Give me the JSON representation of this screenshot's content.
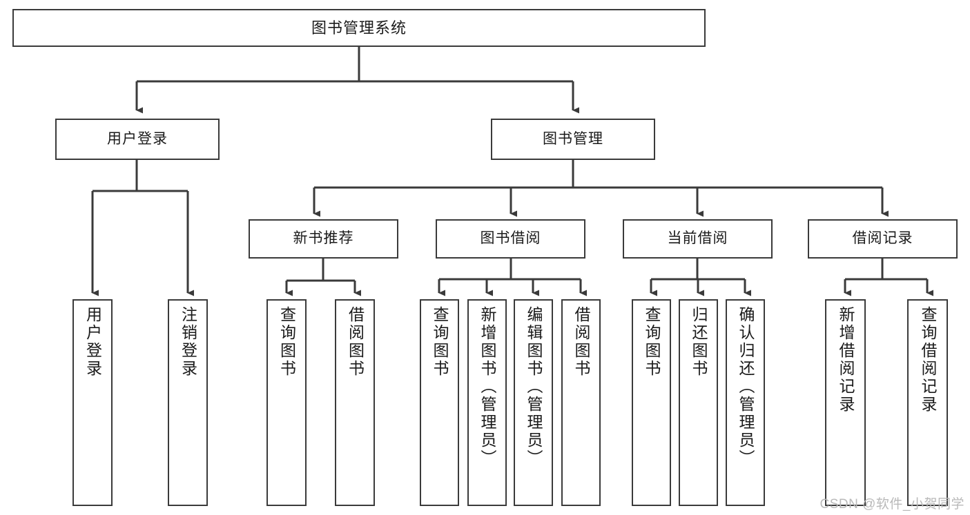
{
  "diagram": {
    "type": "tree",
    "title": "图书管理系统",
    "root": {
      "id": "root",
      "label": "图书管理系统"
    },
    "level1": [
      {
        "id": "user-login",
        "label": "用户登录"
      },
      {
        "id": "book-manage",
        "label": "图书管理"
      }
    ],
    "level2": [
      {
        "id": "new-book-recommend",
        "label": "新书推荐",
        "parent": "book-manage"
      },
      {
        "id": "book-borrow",
        "label": "图书借阅",
        "parent": "book-manage"
      },
      {
        "id": "current-borrow",
        "label": "当前借阅",
        "parent": "book-manage"
      },
      {
        "id": "borrow-record",
        "label": "借阅记录",
        "parent": "book-manage"
      }
    ],
    "leaves": [
      {
        "id": "leaf-user-login",
        "label": "用户登录",
        "parent": "user-login"
      },
      {
        "id": "leaf-logout-login",
        "label": "注销登录",
        "parent": "user-login"
      },
      {
        "id": "leaf-query-book-1",
        "label": "查询图书",
        "parent": "new-book-recommend"
      },
      {
        "id": "leaf-borrow-book-1",
        "label": "借阅图书",
        "parent": "new-book-recommend"
      },
      {
        "id": "leaf-query-book-2",
        "label": "查询图书",
        "parent": "book-borrow"
      },
      {
        "id": "leaf-add-book",
        "label": "新增图书（管理员）",
        "parent": "book-borrow"
      },
      {
        "id": "leaf-edit-book",
        "label": "编辑图书（管理员）",
        "parent": "book-borrow"
      },
      {
        "id": "leaf-borrow-book-2",
        "label": "借阅图书",
        "parent": "book-borrow"
      },
      {
        "id": "leaf-query-book-3",
        "label": "查询图书",
        "parent": "current-borrow"
      },
      {
        "id": "leaf-return-book",
        "label": "归还图书",
        "parent": "current-borrow"
      },
      {
        "id": "leaf-confirm-return",
        "label": "确认归还（管理员）",
        "parent": "current-borrow"
      },
      {
        "id": "leaf-add-record",
        "label": "新增借阅记录",
        "parent": "borrow-record"
      },
      {
        "id": "leaf-query-record",
        "label": "查询借阅记录",
        "parent": "borrow-record"
      }
    ],
    "colors": {
      "stroke": "#3a3a3a",
      "box_fill": "#ffffff",
      "text": "#1a1a1a",
      "background": "#ffffff",
      "watermark": "#b9b9b9"
    }
  },
  "watermark": {
    "text": "CSDN @软件_小贺同学"
  }
}
